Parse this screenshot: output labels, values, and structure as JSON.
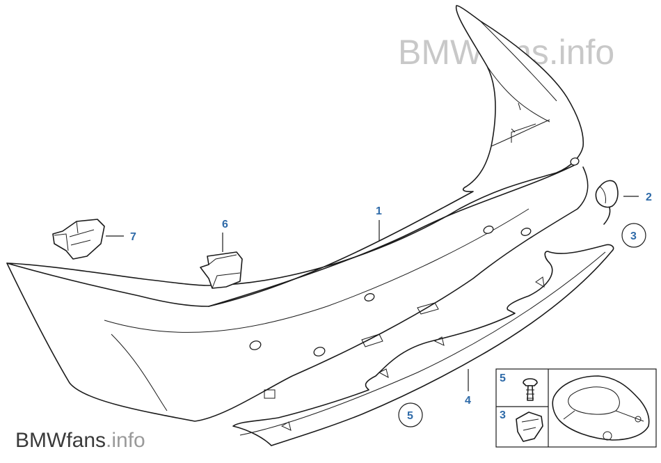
{
  "watermark": {
    "top_text": "BMWfans.info",
    "bottom_brand": "BMWfans",
    "bottom_suffix": ".info"
  },
  "callouts": {
    "c1": "1",
    "c2": "2",
    "c3_circled": "3",
    "c4": "4",
    "c5_circled": "5",
    "c6": "6",
    "c7": "7"
  },
  "inset": {
    "label_5": "5",
    "label_3": "3"
  },
  "colors": {
    "callout": "#2e6aa8",
    "line": "#1a1a1a",
    "watermark_top": "#c8c8c8"
  }
}
